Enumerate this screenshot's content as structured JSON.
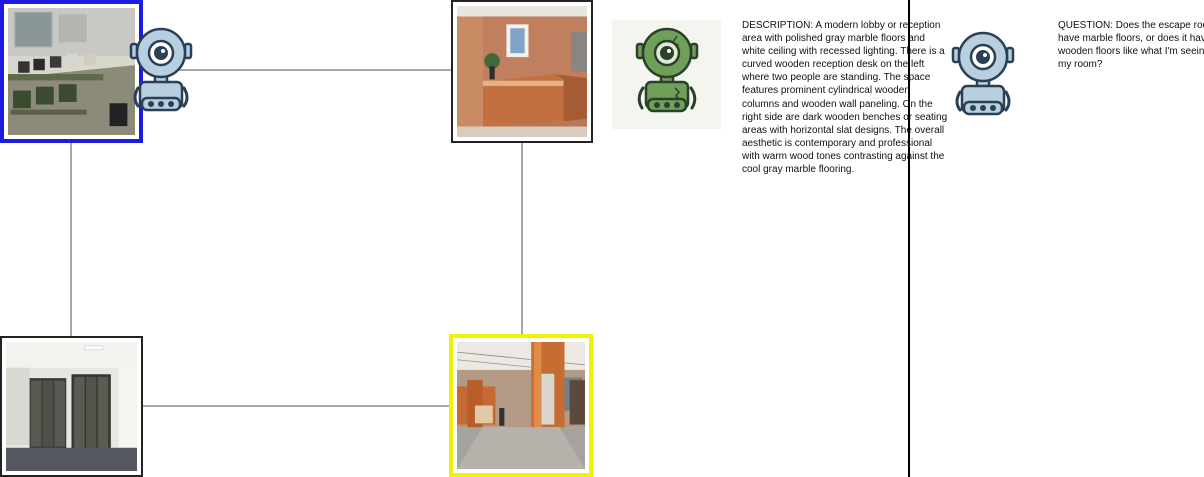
{
  "graph": {
    "nodes": [
      {
        "id": "node-1",
        "scene": "computer-lab-icon",
        "highlight": "#1c1ce0"
      },
      {
        "id": "node-2",
        "scene": "reception-desk-icon",
        "highlight": "#222222"
      },
      {
        "id": "node-3",
        "scene": "lockers-room-icon",
        "highlight": "#222222"
      },
      {
        "id": "node-4",
        "scene": "lobby-columns-icon",
        "highlight": "#f2f200"
      }
    ],
    "edges": [
      [
        "node-1",
        "node-2"
      ],
      [
        "node-1",
        "node-3"
      ],
      [
        "node-2",
        "node-4"
      ],
      [
        "node-3",
        "node-4"
      ]
    ],
    "agent_icon": "robot-icon"
  },
  "description": {
    "text": "DESCRIPTION: A modern lobby or reception area with polished gray marble floors and white ceiling with recessed lighting. There is a curved wooden reception desk on the left where two people are standing. The space features prominent cylindrical wooden columns and wooden wall paneling. On the right side are dark wooden benches or seating areas with horizontal slat designs. The overall aesthetic is contemporary and professional with warm wood tones contrasting against the cool gray marble flooring."
  },
  "question": {
    "text": "QUESTION: Does the escape room have marble floors, or does it have wooden floors like what I'm seeing in my room?"
  },
  "colors": {
    "robot_blue": "#b8cfe0",
    "robot_green": "#6fa05a",
    "robot_outline": "#2b3f55"
  }
}
